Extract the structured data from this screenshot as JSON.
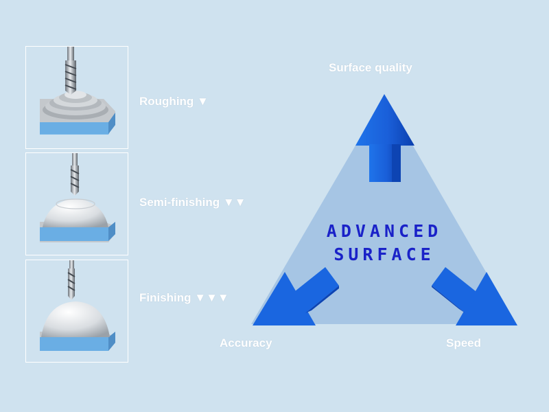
{
  "stages": [
    {
      "label": "Roughing ▼"
    },
    {
      "label": "Semi-finishing ▼▼"
    },
    {
      "label": "Finishing ▼▼▼"
    }
  ],
  "triangle": {
    "top_label": "Surface quality",
    "left_label": "Accuracy",
    "right_label": "Speed",
    "center_line1": "ADVANCED",
    "center_line2": "SURFACE"
  },
  "colors": {
    "background": "#cfe2ef",
    "triangle_fill": "#a6c5e4",
    "arrow_blue": "#1565e0",
    "center_text": "#1a22c8",
    "block_blue": "#76b6e6"
  }
}
